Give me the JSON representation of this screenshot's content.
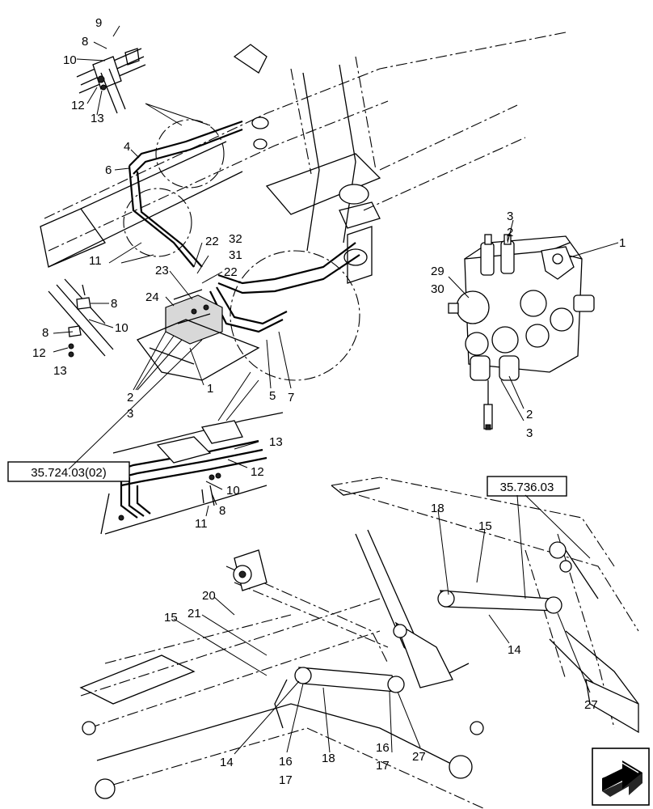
{
  "references": {
    "ref_left": "35.724.03(02)",
    "ref_right": "35.736.03"
  },
  "callouts": {
    "c9": "9",
    "c8a": "8",
    "c10a": "10",
    "c12a": "12",
    "c13a": "13",
    "c4": "4",
    "c6": "6",
    "c11a": "11",
    "c8b": "8",
    "c10b": "10",
    "c8c": "8",
    "c12b": "12",
    "c13b": "13",
    "c23": "23",
    "c22a": "22",
    "c32": "32",
    "c31": "31",
    "c22b": "22",
    "c24": "24",
    "c1a": "1",
    "c2a": "2",
    "c3a": "3",
    "c5": "5",
    "c7": "7",
    "c13c": "13",
    "c12c": "12",
    "c10c": "10",
    "c8d": "8",
    "c11b": "11",
    "c3b": "3",
    "c2b": "2",
    "c1b": "1",
    "c29": "29",
    "c30": "30",
    "c2c": "2",
    "c3c": "3",
    "c18a": "18",
    "c15a": "15",
    "c20": "20",
    "c21": "21",
    "c15b": "15",
    "c14a": "14",
    "c27a": "27",
    "c14b": "14",
    "c16": "16",
    "c17": "17",
    "c18b": "18",
    "c16b": "16",
    "c17b": "17",
    "c27b": "27"
  },
  "icons": {
    "nav": "arrow-next-icon"
  }
}
